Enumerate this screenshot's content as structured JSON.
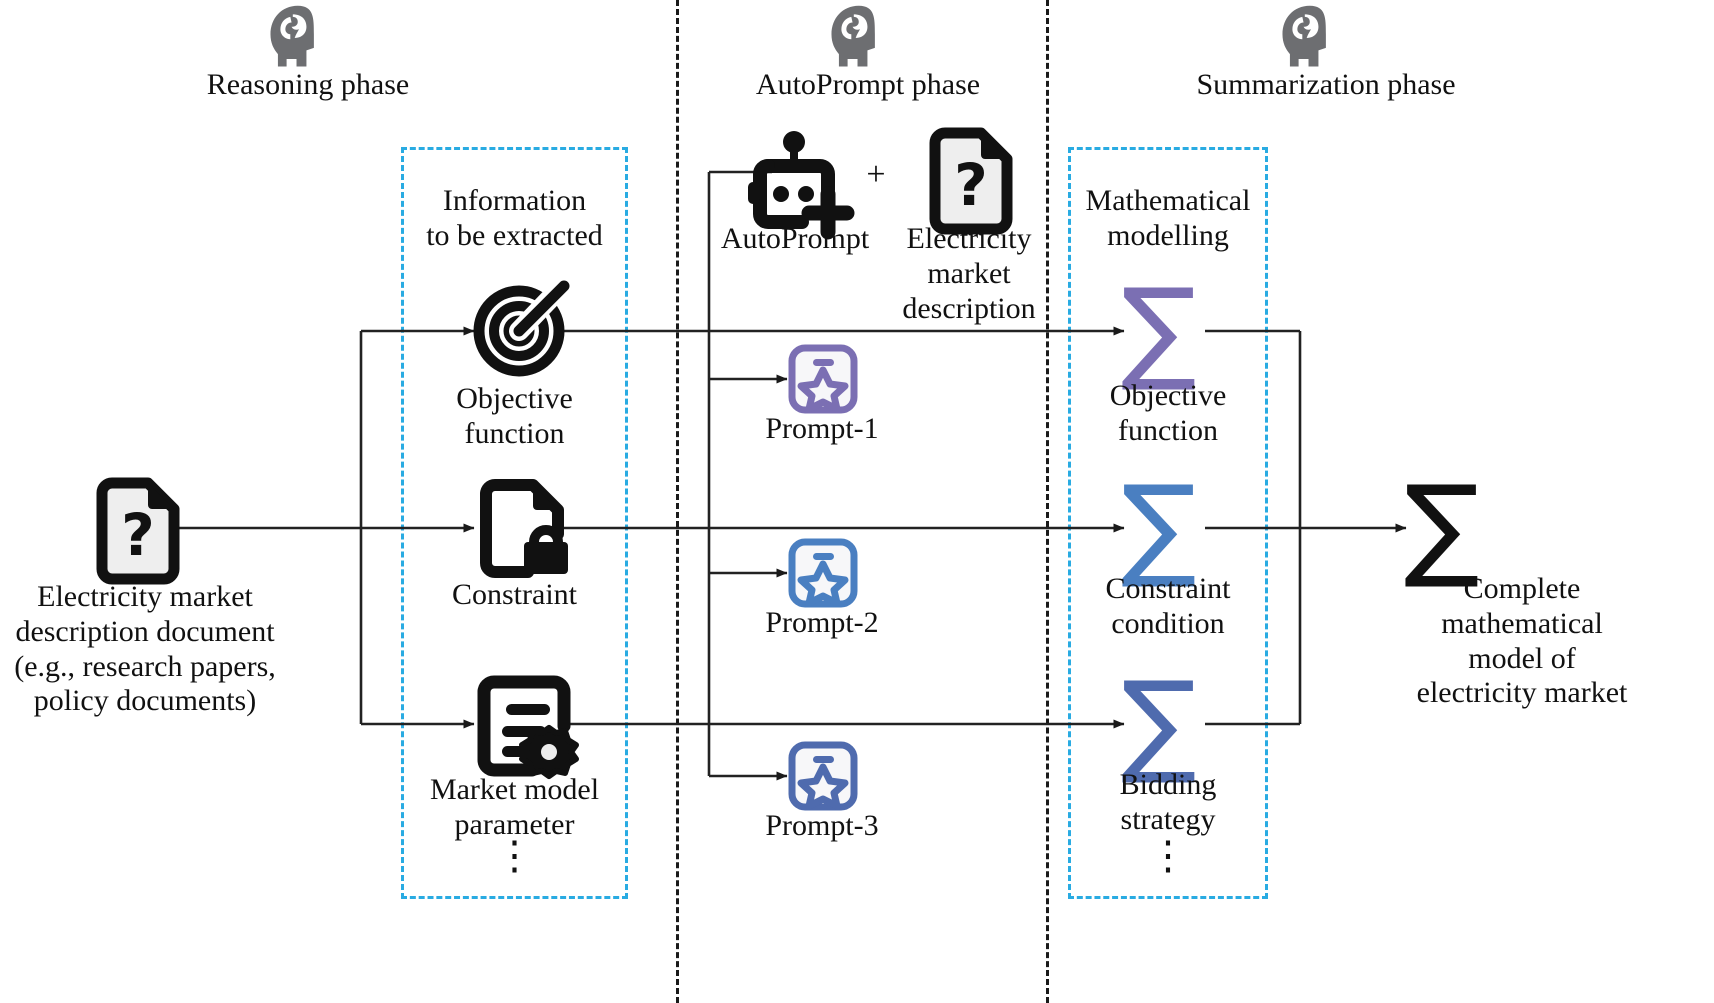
{
  "phases": [
    {
      "id": "reasoning",
      "label": "Reasoning phase",
      "icon": "head-brain-icon"
    },
    {
      "id": "autoprompt",
      "label": "AutoPrompt phase",
      "icon": "head-brain-icon"
    },
    {
      "id": "summarization",
      "label": "Summarization phase",
      "icon": "head-brain-icon"
    }
  ],
  "source": {
    "icon": "document-question-icon",
    "label_lines": [
      "Electricity market",
      "description document",
      "(e.g., research papers,",
      "policy documents)"
    ]
  },
  "extraction_box": {
    "title_lines": [
      "Information",
      "to be extracted"
    ],
    "border_color": "#29abe2",
    "items": [
      {
        "id": "objective-function",
        "icon": "target-icon",
        "label_lines": [
          "Objective",
          "function"
        ]
      },
      {
        "id": "constraint",
        "icon": "document-lock-icon",
        "label_lines": [
          "Constraint"
        ]
      },
      {
        "id": "market-model-parameter",
        "icon": "document-gear-icon",
        "label_lines": [
          "Market model",
          "parameter"
        ]
      }
    ],
    "ellipsis": "⋮"
  },
  "autoprompt_block": {
    "robot": {
      "icon": "robot-plus-icon",
      "label": "AutoPrompt"
    },
    "operator": "+",
    "document": {
      "icon": "document-question-icon",
      "label_lines": [
        "Electricity",
        "market",
        "description"
      ]
    },
    "prompts": [
      {
        "id": "prompt-1",
        "icon": "prompt-star-icon",
        "label": "Prompt-1",
        "color": "#7b6fb3"
      },
      {
        "id": "prompt-2",
        "icon": "prompt-star-icon",
        "label": "Prompt-2",
        "color": "#4a7fc1"
      },
      {
        "id": "prompt-3",
        "icon": "prompt-star-icon",
        "label": "Prompt-3",
        "color": "#4f6bae"
      }
    ]
  },
  "modelling_box": {
    "title_lines": [
      "Mathematical",
      "modelling"
    ],
    "border_color": "#29abe2",
    "items": [
      {
        "id": "objective-function-result",
        "symbol": "∑",
        "color": "#7b6fb3",
        "label_lines": [
          "Objective",
          "function"
        ]
      },
      {
        "id": "constraint-condition-result",
        "symbol": "∑",
        "color": "#4a7fc1",
        "label_lines": [
          "Constraint",
          "condition"
        ]
      },
      {
        "id": "bidding-strategy-result",
        "symbol": "∑",
        "color": "#4f6bae",
        "label_lines": [
          "Bidding",
          "strategy"
        ]
      }
    ],
    "ellipsis": "⋮"
  },
  "output": {
    "id": "complete-model",
    "symbol": "∑",
    "color": "#111111",
    "label_lines": [
      "Complete",
      "mathematical",
      "model of",
      "electricity market"
    ]
  },
  "colors": {
    "dashed_divider": "#1a1a1a",
    "box_border": "#29abe2",
    "flow_line": "#222222",
    "icon_dark": "#111111",
    "head_grey": "#6d6e71",
    "doc_fill": "#eeeeee"
  }
}
